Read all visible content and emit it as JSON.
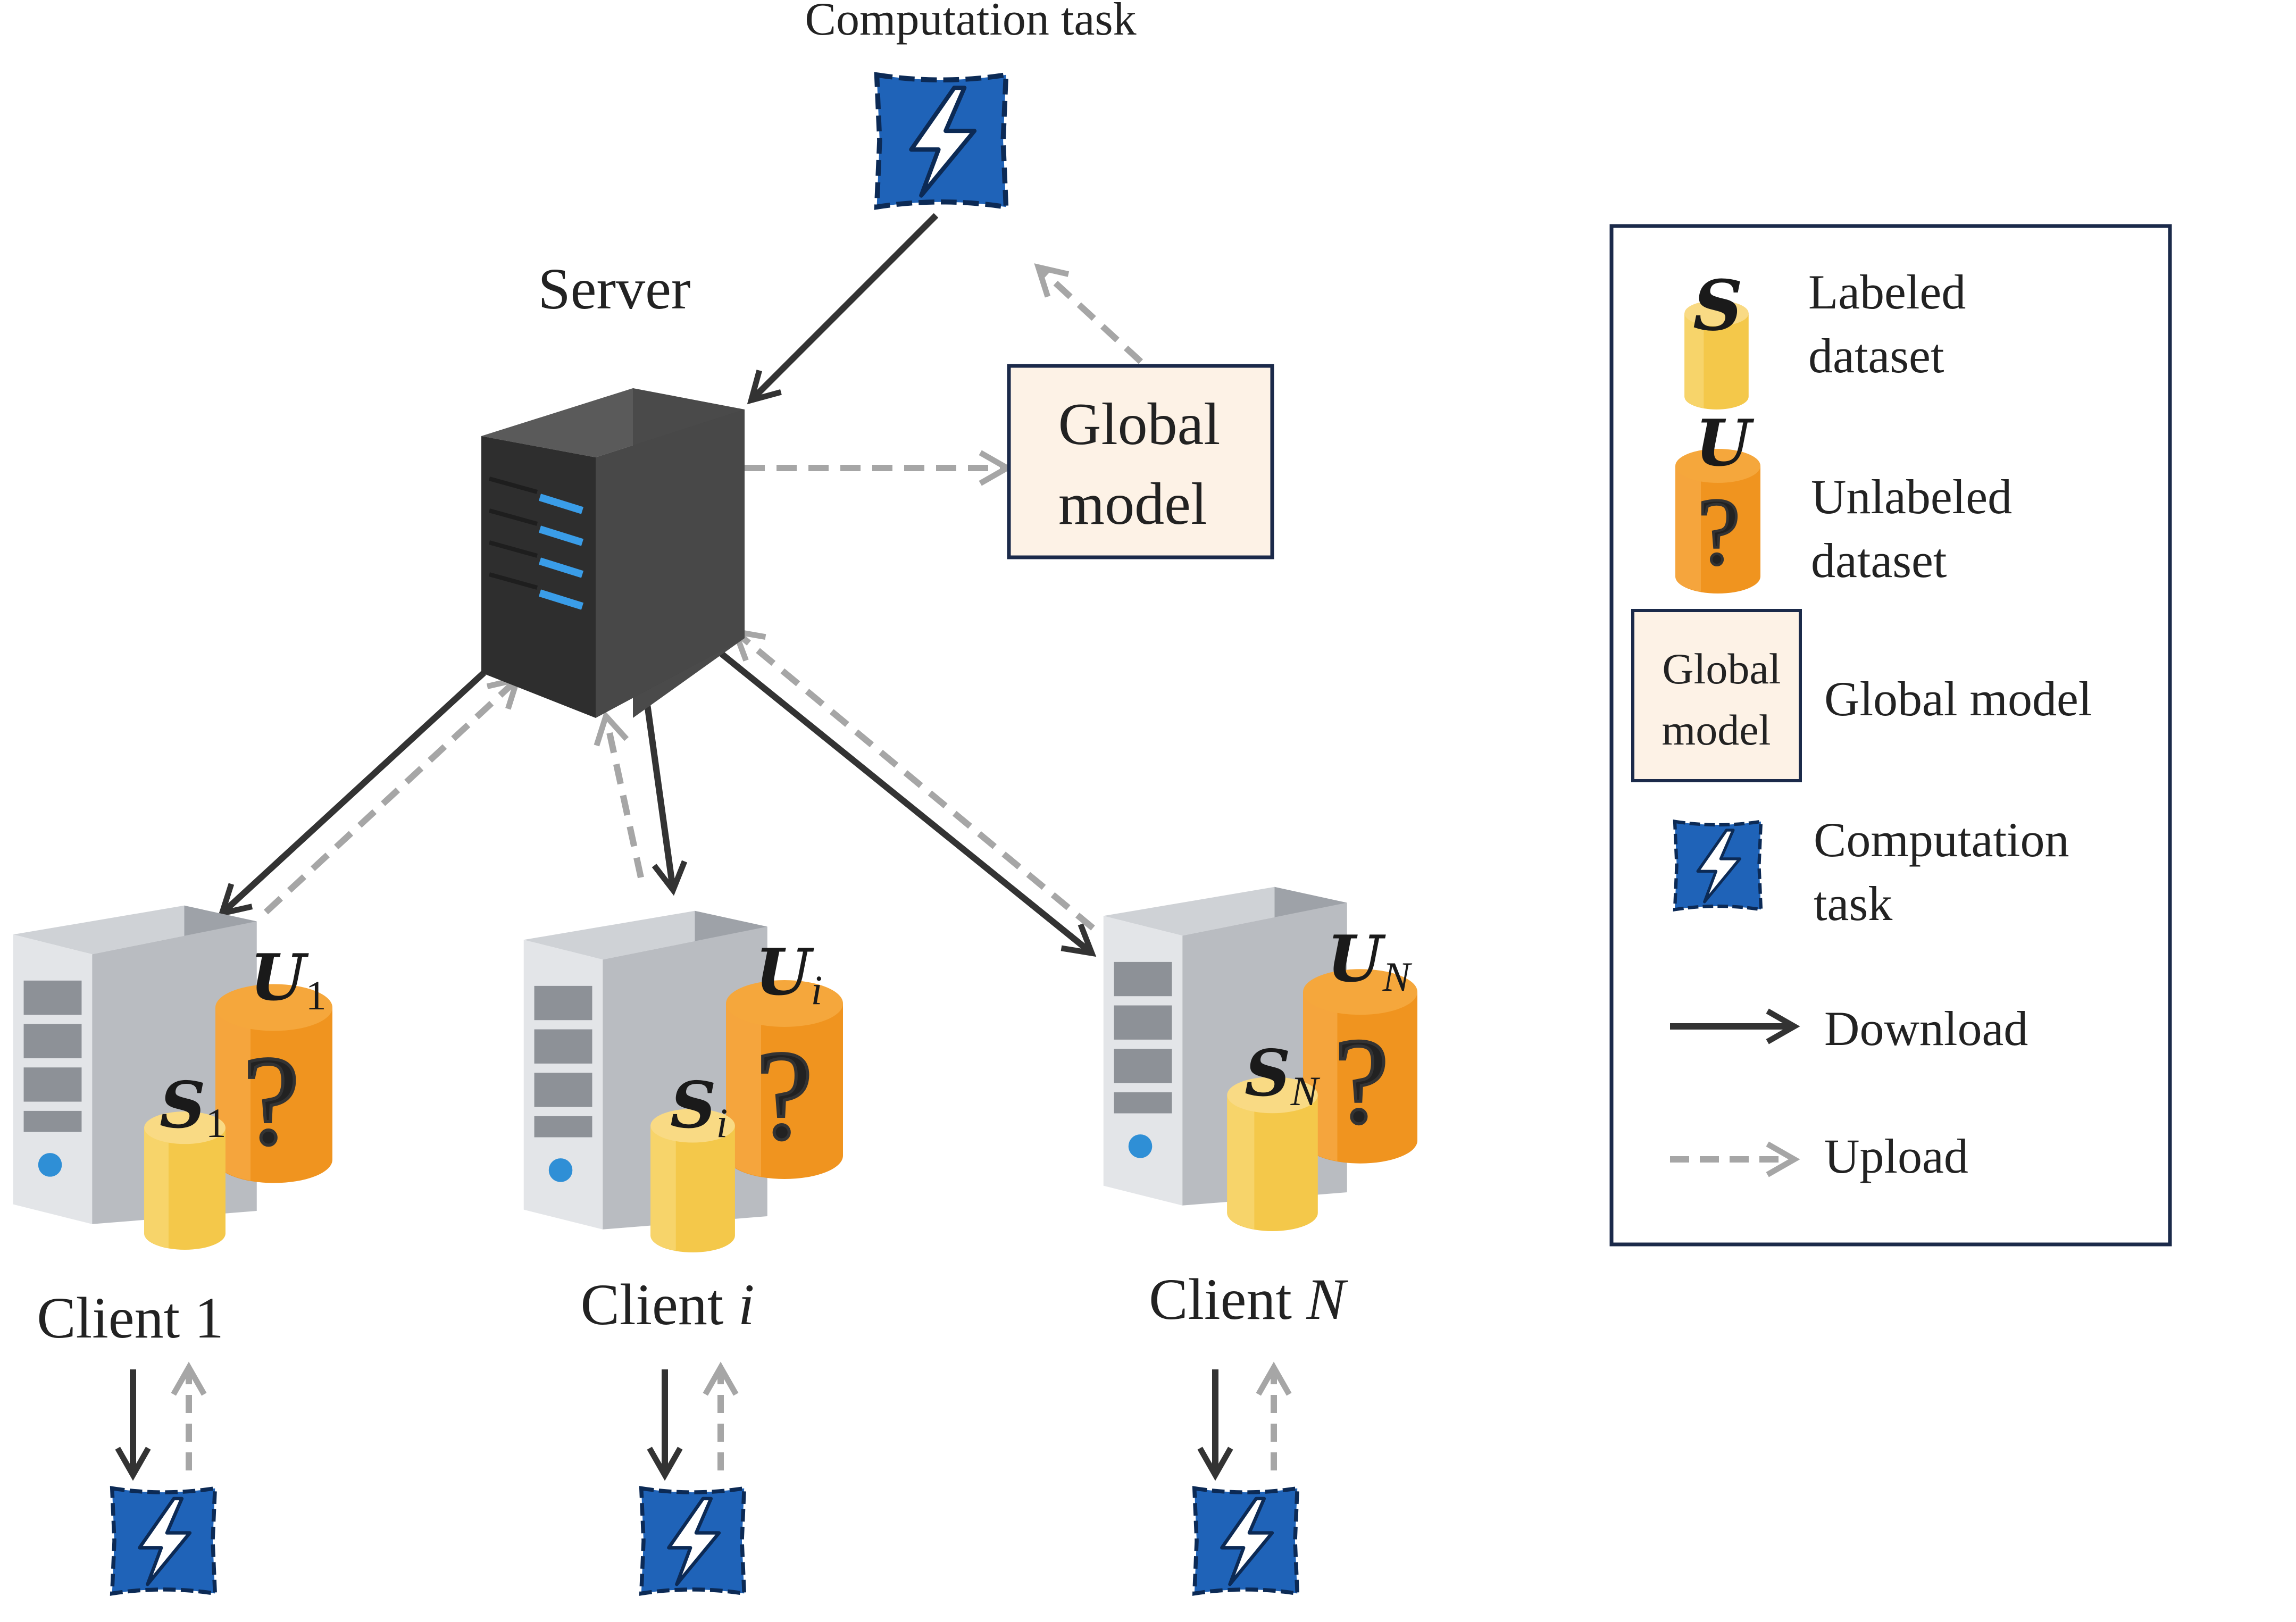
{
  "title": "Computation task",
  "server": {
    "label": "Server"
  },
  "global_model": {
    "line1": "Global",
    "line2": "model"
  },
  "clients": [
    {
      "prefix": "Client ",
      "id": "1",
      "id_italic": false,
      "u_sub": "1",
      "s_sub": "1"
    },
    {
      "prefix": "Client ",
      "id": "i",
      "id_italic": true,
      "u_sub": "i",
      "s_sub": "i"
    },
    {
      "prefix": "Client ",
      "id": "N",
      "id_italic": true,
      "u_sub": "N",
      "s_sub": "N"
    }
  ],
  "symbols": {
    "labeled": "S",
    "unlabeled": "U",
    "question": "?"
  },
  "legend": {
    "labeled": {
      "symbol": "S",
      "line1": "Labeled",
      "line2": "dataset"
    },
    "unlabeled": {
      "symbol": "U",
      "line1": "Unlabeled",
      "line2": "dataset"
    },
    "global": {
      "box_line1": "Global",
      "box_line2": "model",
      "label": "Global model"
    },
    "task": {
      "line1": "Computation",
      "line2": "task"
    },
    "download": {
      "label": "Download"
    },
    "upload": {
      "label": "Upload"
    }
  },
  "colors": {
    "task_blue": "#1f63b8",
    "labeled_yellow": "#f4c84a",
    "unlabeled_orange": "#f0941f",
    "server_dark": "#3c3c3c",
    "client_gray": "#b9bcc1",
    "global_box_fill": "#fdf2e6",
    "border_navy": "#1b2a4a",
    "download_arrow": "#333333",
    "upload_arrow": "#a6a6a6"
  },
  "icons": [
    "lightning-icon",
    "server-icon",
    "client-pc-icon",
    "database-icon",
    "question-icon"
  ]
}
